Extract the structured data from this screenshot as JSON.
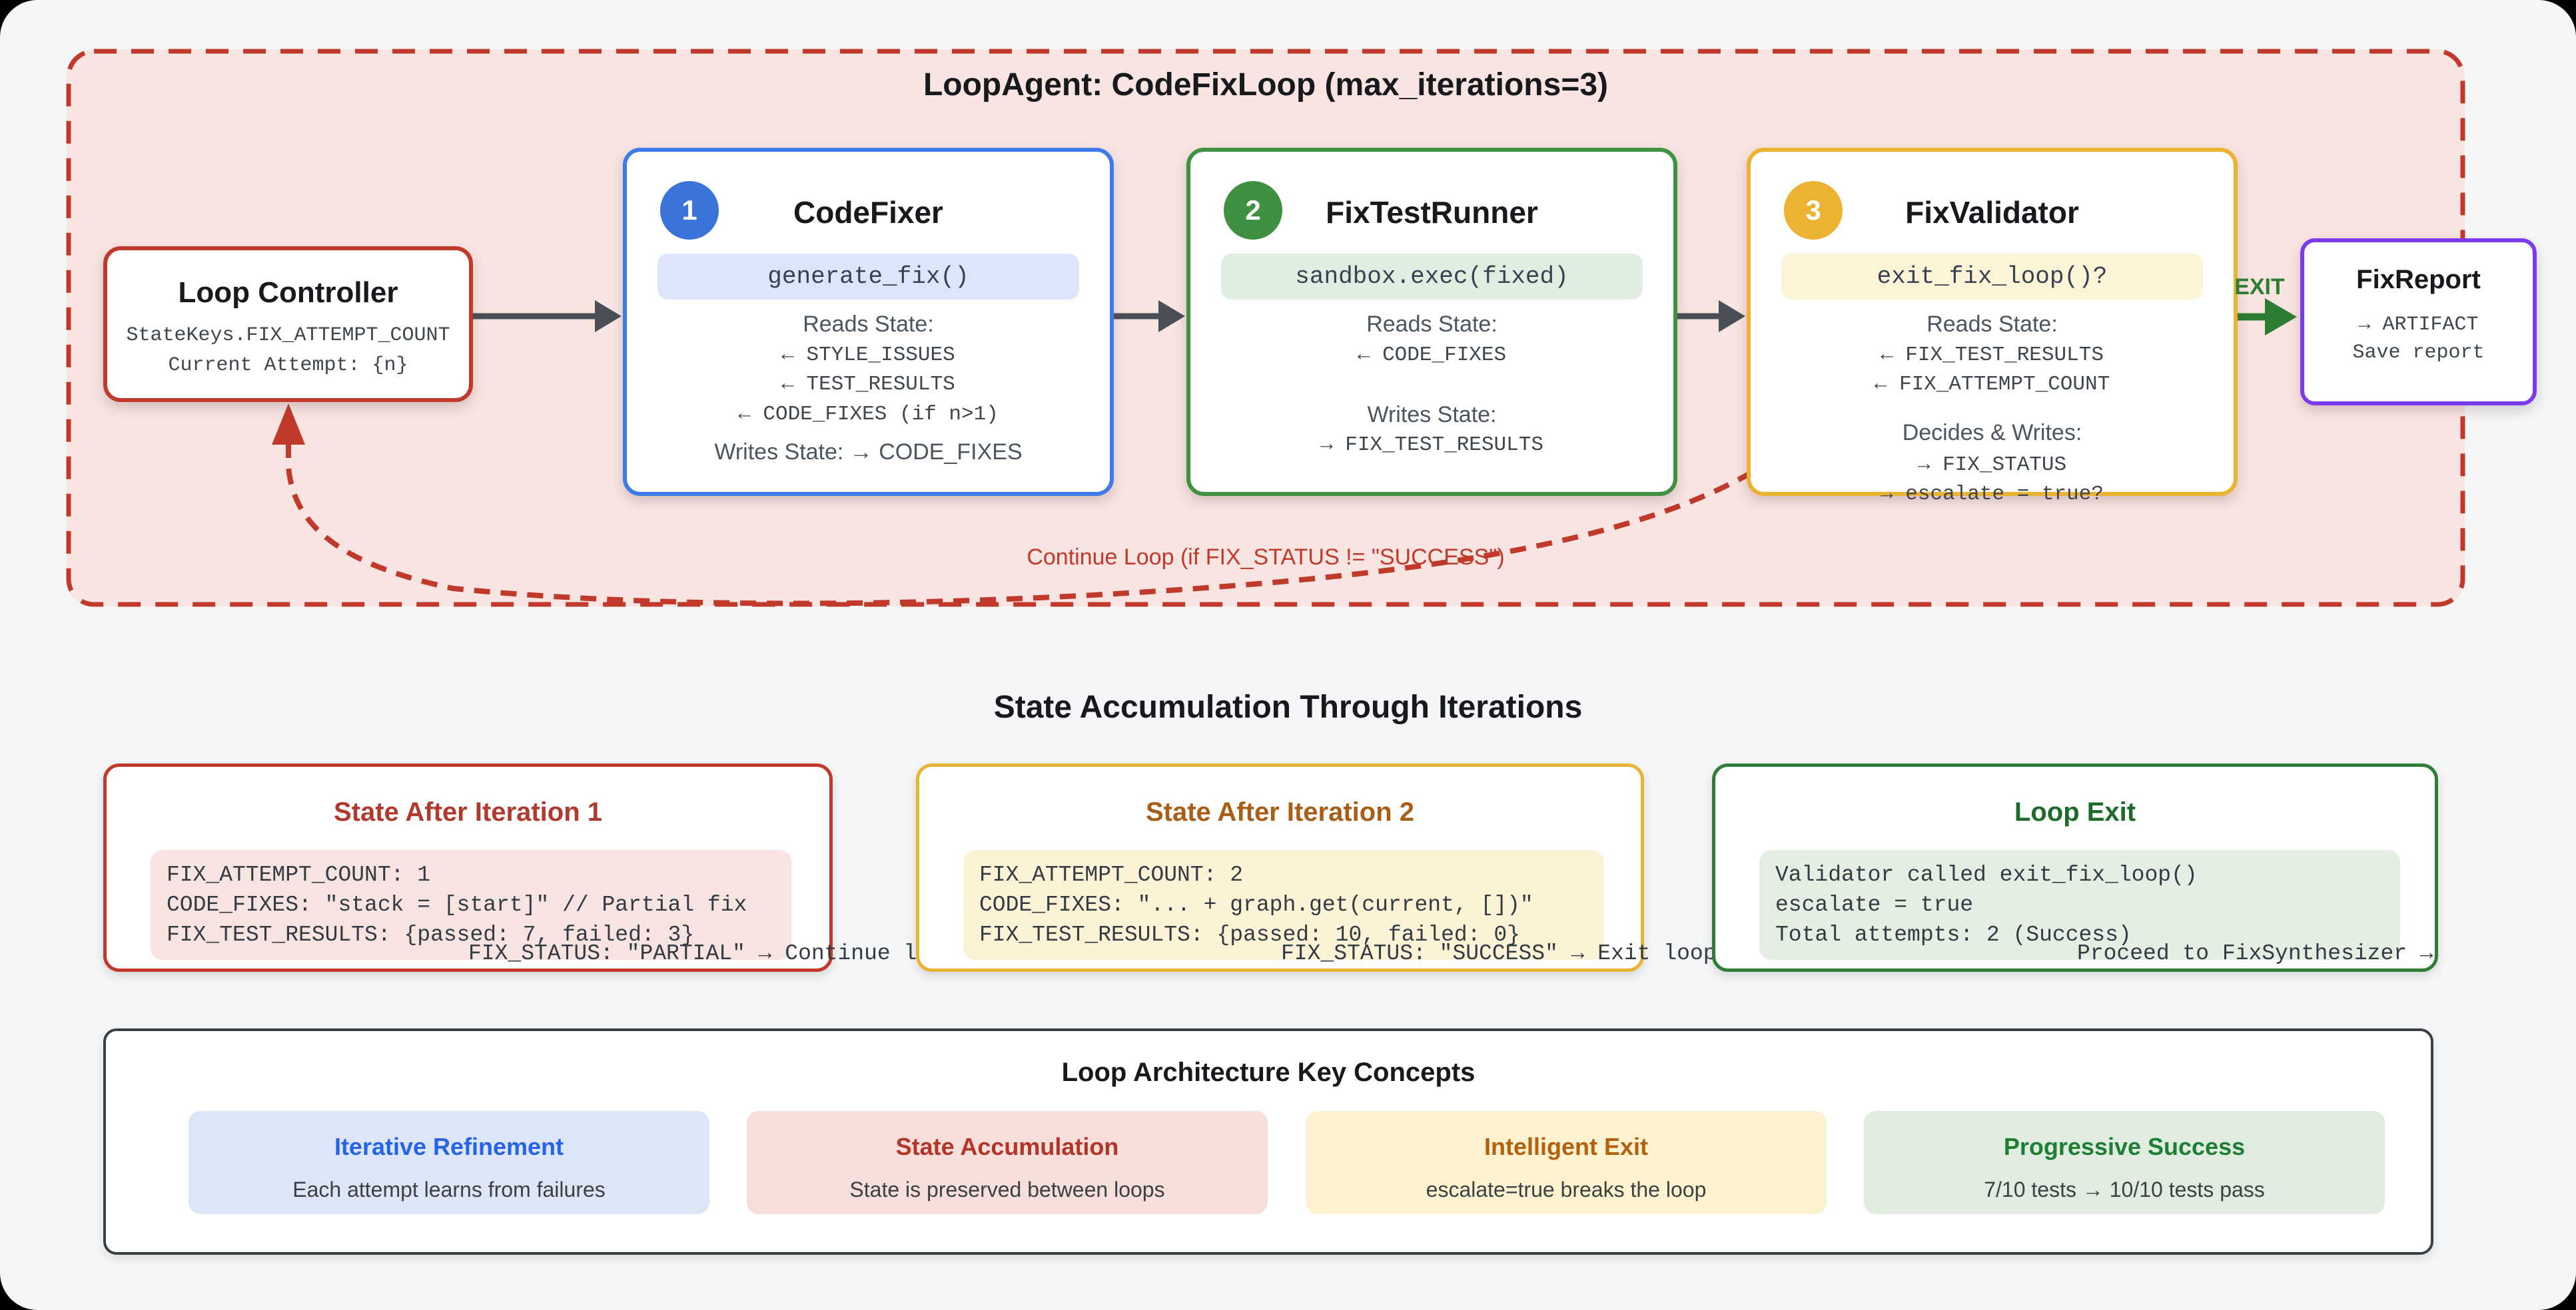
{
  "diagram": {
    "title": "LoopAgent: CodeFixLoop (max_iterations=3)",
    "controller": {
      "title": "Loop Controller",
      "line1": "StateKeys.FIX_ATTEMPT_COUNT",
      "line2": "Current Attempt: {n}"
    },
    "agents": [
      {
        "badge": "1",
        "title": "CodeFixer",
        "pill": "generate_fix()",
        "reads_label": "Reads State:",
        "reads": [
          "← STYLE_ISSUES",
          "← TEST_RESULTS",
          "← CODE_FIXES (if n>1)"
        ],
        "writes_label": "Writes State: → CODE_FIXES"
      },
      {
        "badge": "2",
        "title": "FixTestRunner",
        "pill": "sandbox.exec(fixed)",
        "reads_label": "Reads State:",
        "reads": [
          "← CODE_FIXES"
        ],
        "writes_label": "Writes State:",
        "writes": [
          "→ FIX_TEST_RESULTS"
        ]
      },
      {
        "badge": "3",
        "title": "FixValidator",
        "pill": "exit_fix_loop()?",
        "reads_label": "Reads State:",
        "reads": [
          "← FIX_TEST_RESULTS",
          "← FIX_ATTEMPT_COUNT"
        ],
        "writes_label": "Decides & Writes:",
        "writes": [
          "→ FIX_STATUS",
          "→ escalate = true?"
        ]
      }
    ],
    "exit_label": "EXIT",
    "report": {
      "title": "FixReport",
      "line1": "→ ARTIFACT",
      "line2": "Save report"
    },
    "continue_label": "Continue Loop (if FIX_STATUS != \"SUCCESS\")"
  },
  "state_section": {
    "heading": "State Accumulation Through Iterations",
    "cards": [
      {
        "title": "State After Iteration 1",
        "code": "FIX_ATTEMPT_COUNT: 1\nCODE_FIXES: \"stack = [start]\" // Partial fix\nFIX_TEST_RESULTS: {passed: 7, failed: 3}",
        "footer": "FIX_STATUS: \"PARTIAL\" → Continue loop"
      },
      {
        "title": "State After Iteration 2",
        "code": "FIX_ATTEMPT_COUNT: 2\nCODE_FIXES: \"... + graph.get(current, [])\"\nFIX_TEST_RESULTS: {passed: 10, failed: 0}",
        "footer": "FIX_STATUS: \"SUCCESS\" → Exit loop"
      },
      {
        "title": "Loop Exit",
        "code": "Validator called exit_fix_loop()\nescalate = true\nTotal attempts: 2 (Success)",
        "footer": "Proceed to FixSynthesizer →"
      }
    ]
  },
  "concepts": {
    "heading": "Loop Architecture Key Concepts",
    "items": [
      {
        "title": "Iterative Refinement",
        "desc": "Each attempt learns from failures"
      },
      {
        "title": "State Accumulation",
        "desc": "State is preserved between loops"
      },
      {
        "title": "Intelligent Exit",
        "desc": "escalate=true breaks the loop"
      },
      {
        "title": "Progressive Success",
        "desc": "7/10 tests → 10/10 tests pass"
      }
    ]
  },
  "colors": {
    "page_bg": "#f4f6f8",
    "loop_container_bg": "#f8e4e1",
    "loop_border_red": "#c0392b",
    "agent_blue": "#3d7be8",
    "agent_green": "#3f9142",
    "agent_amber": "#ecb232",
    "report_purple": "#7c3aed",
    "exit_green": "#2e7d32",
    "flow_arrow_gray": "#4a4f56"
  }
}
